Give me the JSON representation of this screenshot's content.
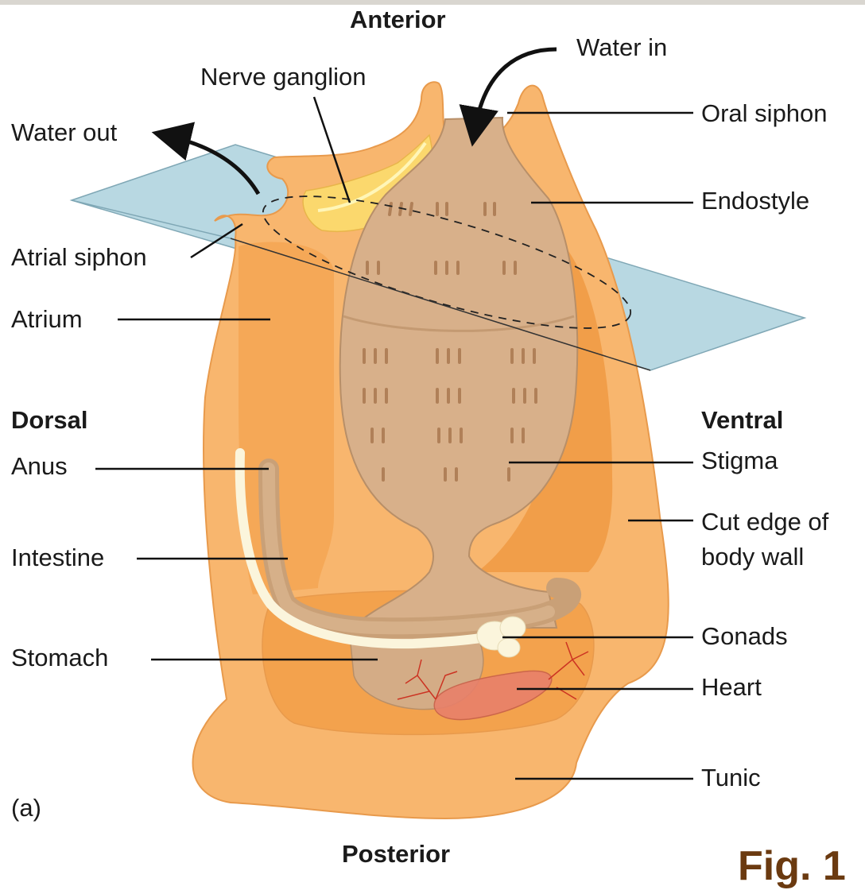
{
  "labels": {
    "anterior": "Anterior",
    "posterior": "Posterior",
    "dorsal": "Dorsal",
    "ventral": "Ventral",
    "water_in": "Water in",
    "water_out": "Water out",
    "nerve_ganglion": "Nerve ganglion",
    "oral_siphon": "Oral siphon",
    "endostyle": "Endostyle",
    "atrial_siphon": "Atrial siphon",
    "atrium": "Atrium",
    "anus": "Anus",
    "intestine": "Intestine",
    "stomach": "Stomach",
    "stigma": "Stigma",
    "cut_edge_1": "Cut edge of",
    "cut_edge_2": "body wall",
    "gonads": "Gonads",
    "heart": "Heart",
    "tunic": "Tunic",
    "panel": "(a)",
    "figure": "Fig. 1"
  },
  "colors": {
    "tunic": "#f8b66e",
    "tunic_edge": "#e89a4c",
    "atrium_inner": "#f4a14c",
    "pharynx": "#d8b08a",
    "pharynx_edge": "#b88f68",
    "stigma_mark": "#b08058",
    "plane": "#b8d8e2",
    "nerve": "#fde77a",
    "intestine_white": "#fbf5dc",
    "heart": "#e8806a",
    "vessel": "#cc3322",
    "arrow": "#111111",
    "line": "#111111"
  }
}
